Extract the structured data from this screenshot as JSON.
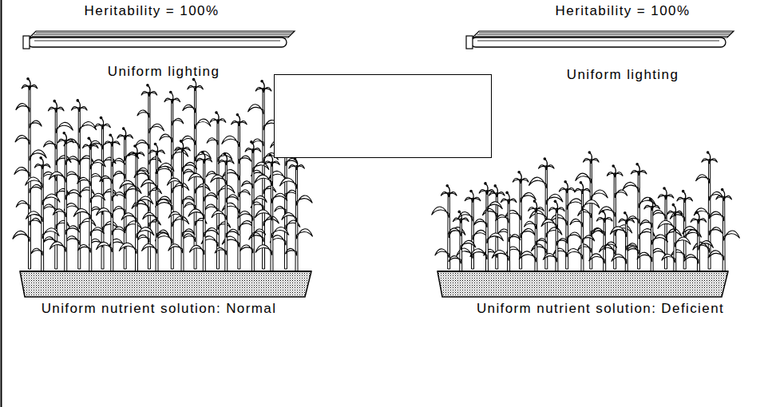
{
  "diagram": {
    "labels": [
      "Heritability = 100%",
      "Uniform lighting",
      "Uniform nutrient solution: Normal",
      "Heritability = 100%",
      "Uniform lighting",
      "Uniform nutrient solution: Deficient"
    ]
  }
}
